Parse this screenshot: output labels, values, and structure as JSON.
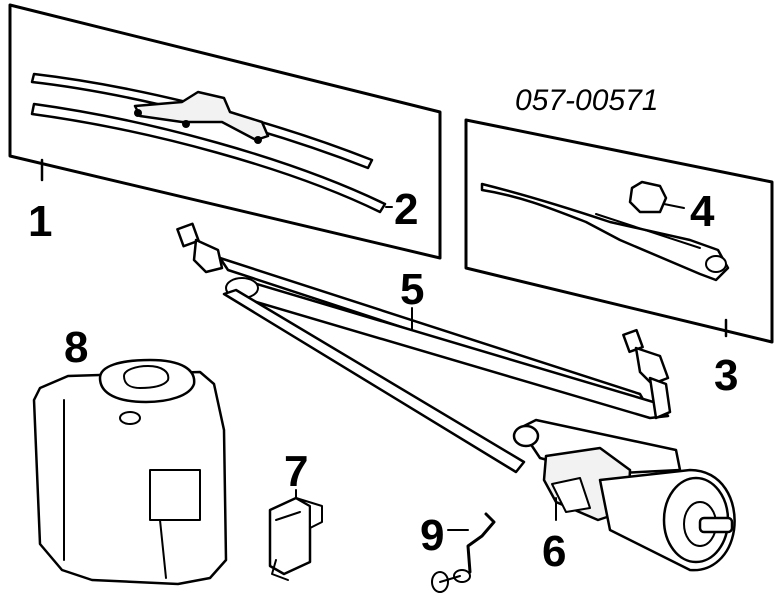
{
  "part_number": "057-00571",
  "callouts": {
    "c1": "1",
    "c2": "2",
    "c3": "3",
    "c4": "4",
    "c5": "5",
    "c6": "6",
    "c7": "7",
    "c8": "8",
    "c9": "9"
  }
}
